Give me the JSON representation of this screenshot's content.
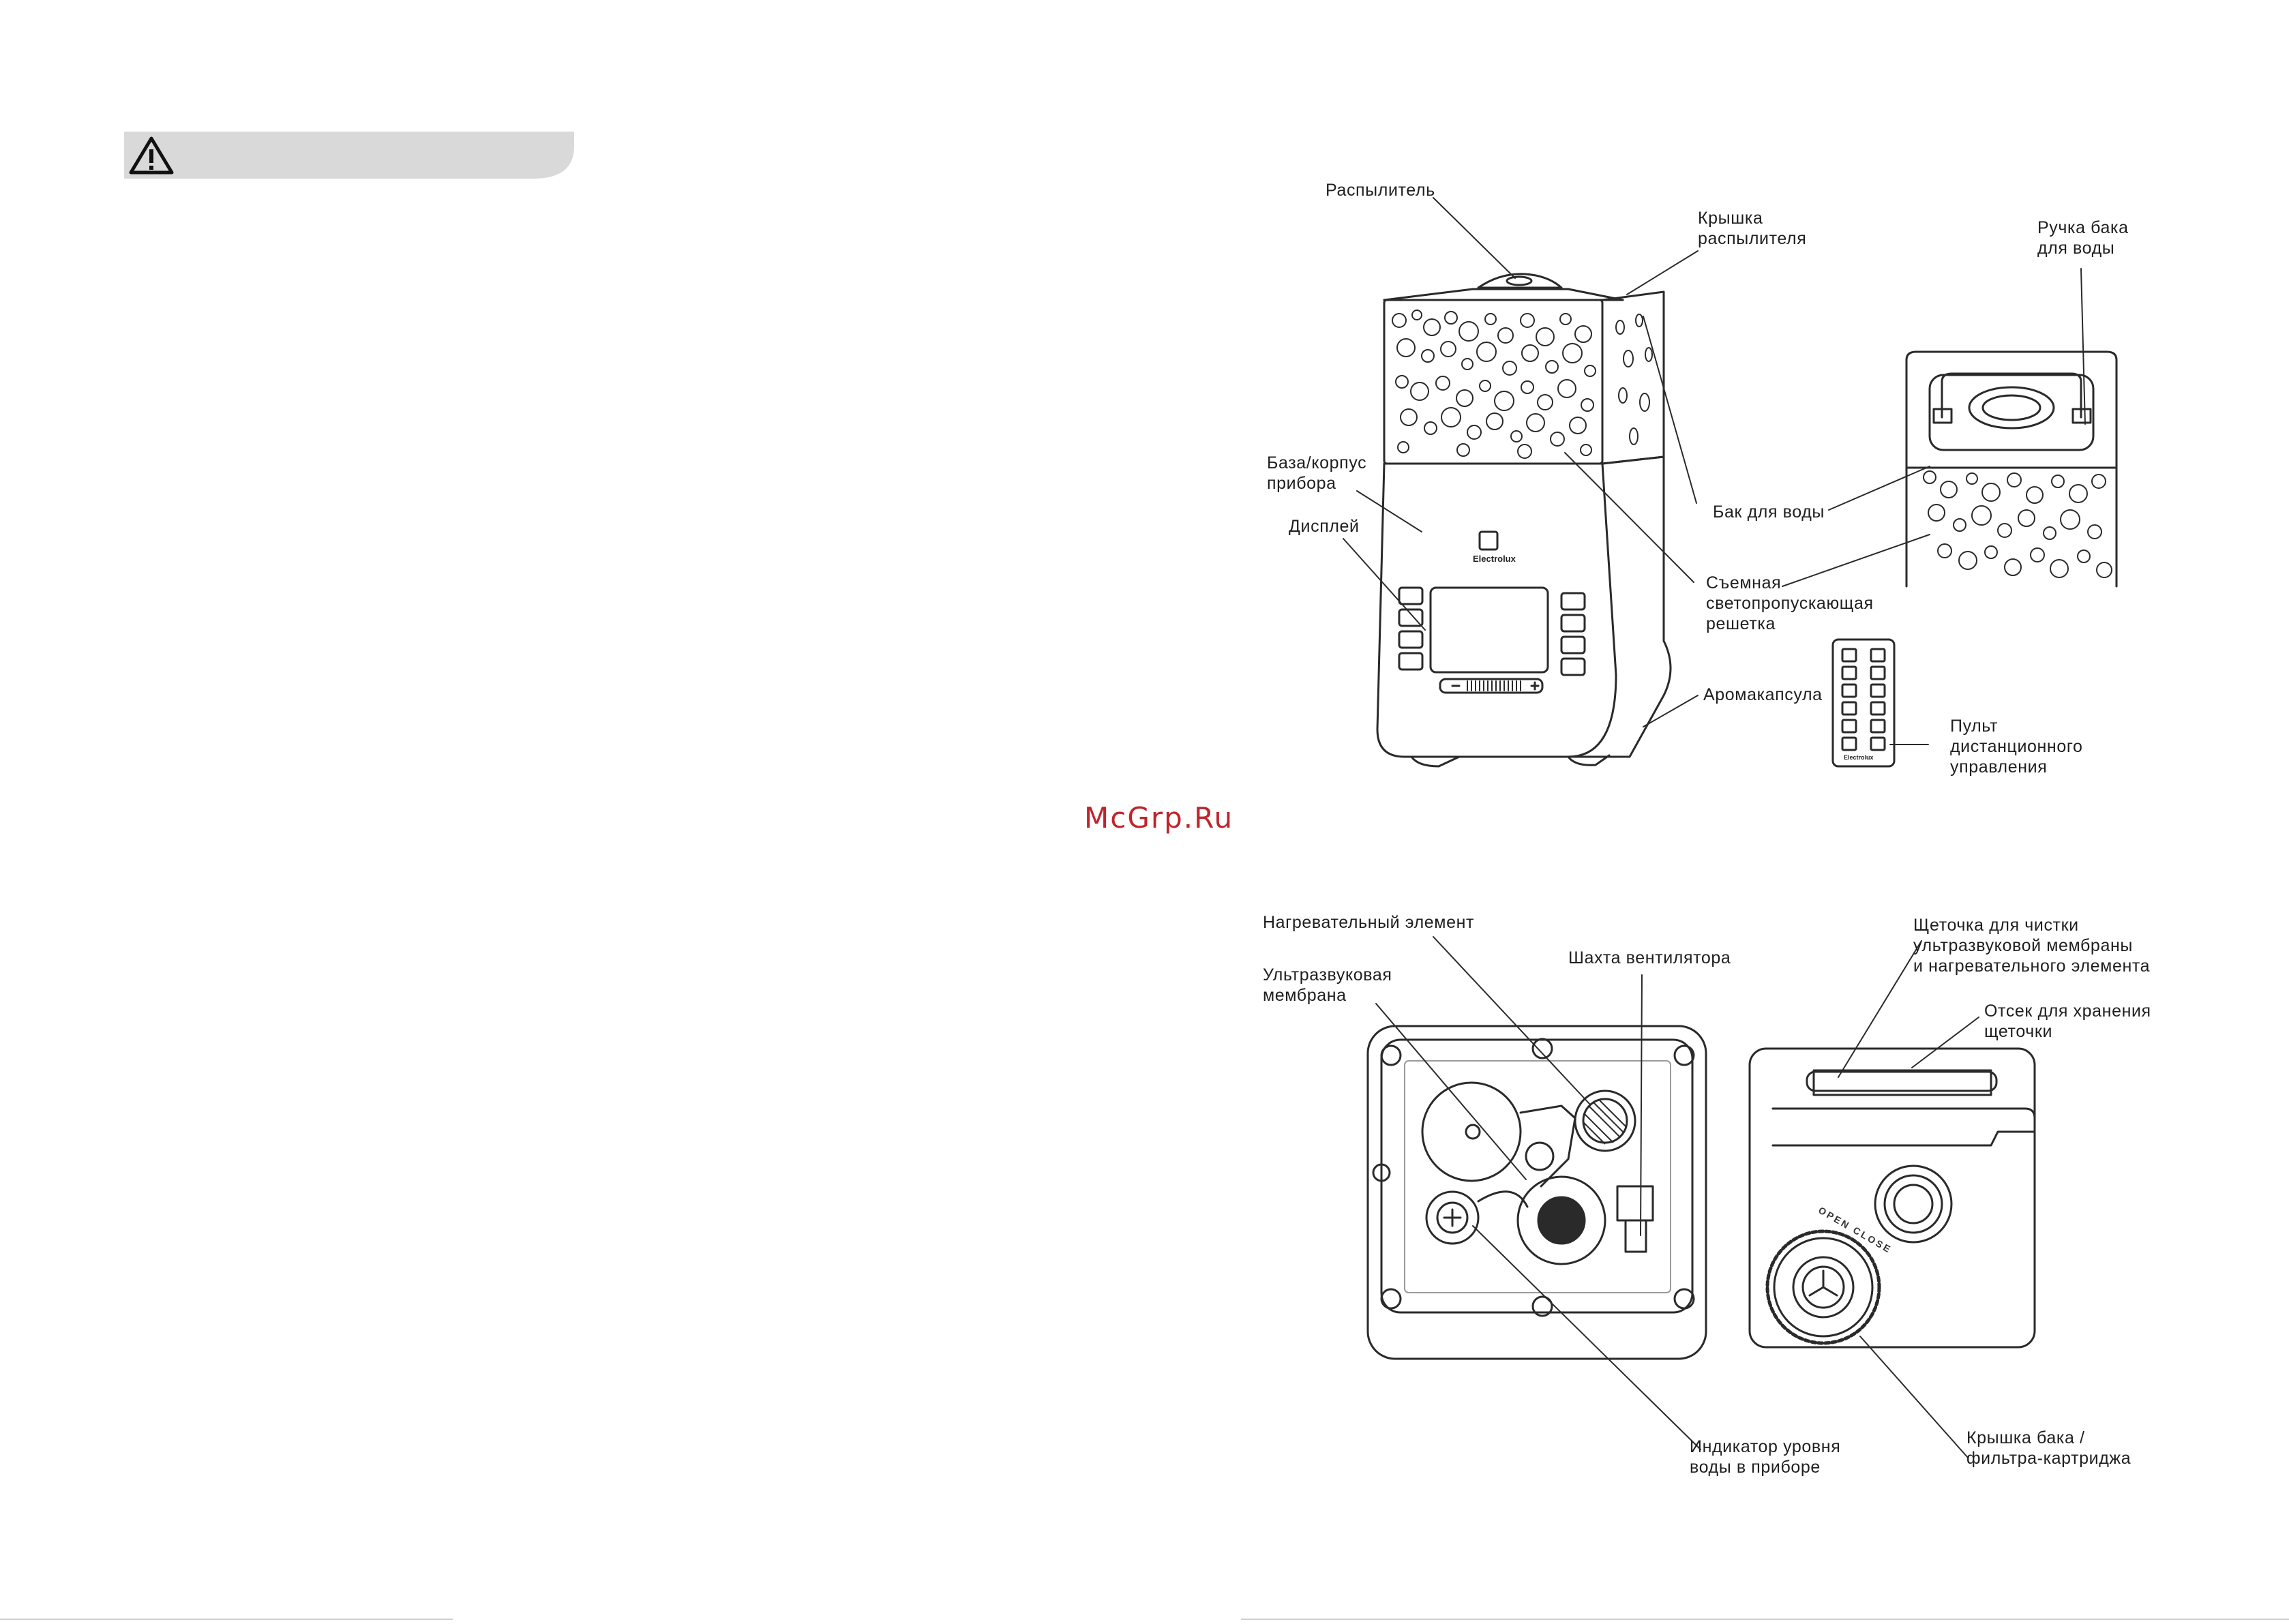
{
  "watermark": "McGrp.Ru",
  "brand": "Electrolux",
  "fig_top": {
    "labels": {
      "sprayer": "Распылитель",
      "sprayer_cover": "Крышка\nраспылителя",
      "tank_handle": "Ручка бака\nдля воды",
      "base": "База/корпус\nприбора",
      "display": "Дисплей",
      "water_tank": "Бак для воды",
      "grille": "Съемная\nсветопропускающая\nрешетка",
      "aroma": "Аромакапсула",
      "remote": "Пульт\nдистанционного\nуправления"
    }
  },
  "fig_bottom": {
    "labels": {
      "heater": "Нагревательный элемент",
      "membrane": "Ультразвуковая\nмембрана",
      "fan_shaft": "Шахта вентилятора",
      "brush": "Щеточка для чистки\nультразвуковой мембраны\nи нагревательного элемента",
      "brush_storage": "Отсек для хранения\nщеточки",
      "water_level": "Индикатор уровня\nводы в приборе",
      "tank_cap": "Крышка бака /\nфильтра-картриджа"
    },
    "cap_text": "OPEN CLOSE"
  },
  "icons": {
    "warning": "warning-triangle-icon"
  }
}
